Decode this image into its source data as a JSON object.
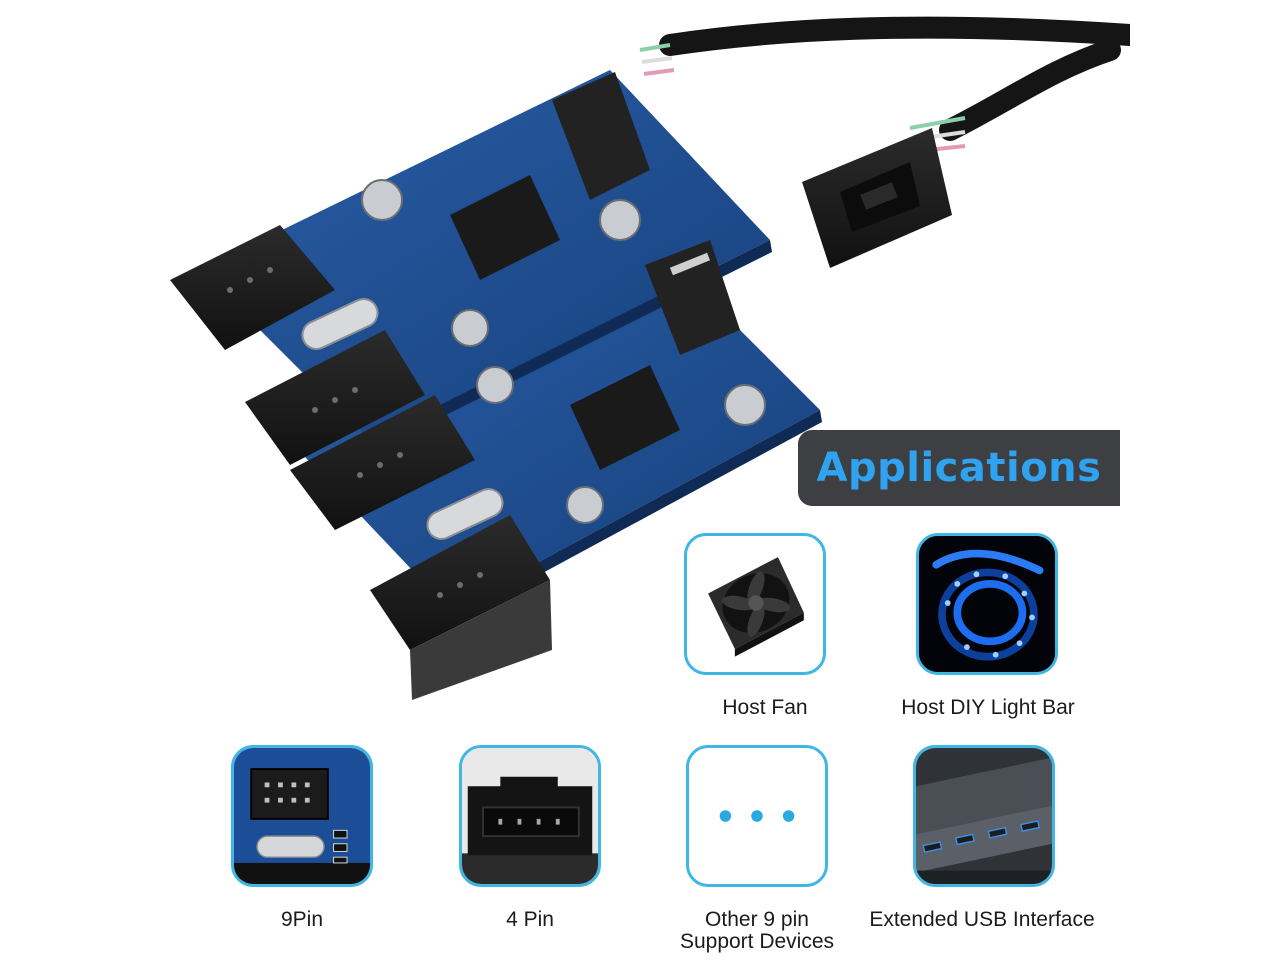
{
  "banner": {
    "title": "Applications"
  },
  "applications": [
    {
      "label": "Host Fan",
      "icon": "fan-icon"
    },
    {
      "label": "Host DIY Light Bar",
      "icon": "light-strip-icon"
    },
    {
      "label": "9Pin",
      "icon": "9pin-header-icon"
    },
    {
      "label": "4 Pin",
      "icon": "4pin-connector-icon"
    },
    {
      "label": "Other 9 pin Support Devices",
      "label_line1": "Other 9 pin",
      "label_line2": "Support Devices",
      "icon": "ellipsis-icon"
    },
    {
      "label": "Extended USB Interface",
      "icon": "usb-hub-icon"
    }
  ],
  "colors": {
    "tile_border": "#3fb6e3",
    "banner_bg": "#3d3f43",
    "banner_text": "#2fa3f0",
    "pcb_blue": "#1f4f94",
    "connector_black": "#1c1c1c"
  }
}
